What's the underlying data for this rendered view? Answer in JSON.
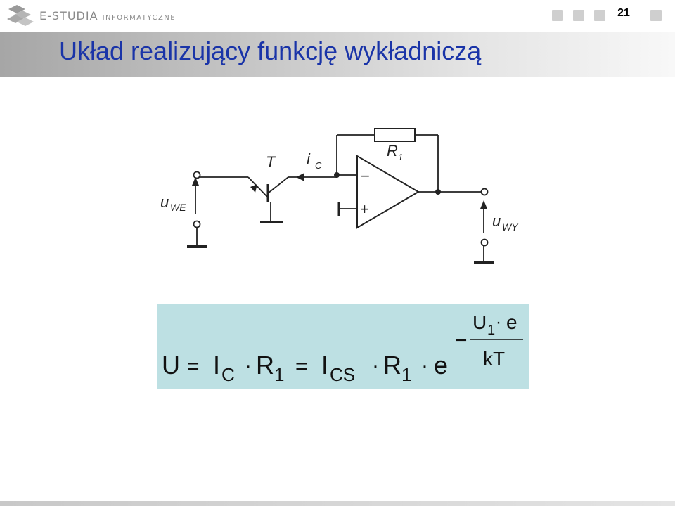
{
  "header": {
    "logo_main": "E-STUDIA",
    "logo_sub": "INFORMATYCZNE",
    "page_number": "21"
  },
  "slide": {
    "title": "Układ realizujący funkcję wykładniczą"
  },
  "circuit": {
    "transistor_label": "T",
    "collector_current": "i",
    "collector_current_sub": "C",
    "resistor_label": "R",
    "resistor_sub": "1",
    "input_voltage": "u",
    "input_voltage_sub": "WE",
    "output_voltage": "u",
    "output_voltage_sub": "WY",
    "minus_sign": "−",
    "plus_sign": "+"
  },
  "formula": {
    "U": "U",
    "eq": "=",
    "I": "I",
    "C": "C",
    "dot": "·",
    "R": "R",
    "one": "1",
    "CS": "CS",
    "e": "e",
    "minus": "−",
    "num_U": "U",
    "num_sub": "1",
    "num_e": "e",
    "den": "kT"
  }
}
